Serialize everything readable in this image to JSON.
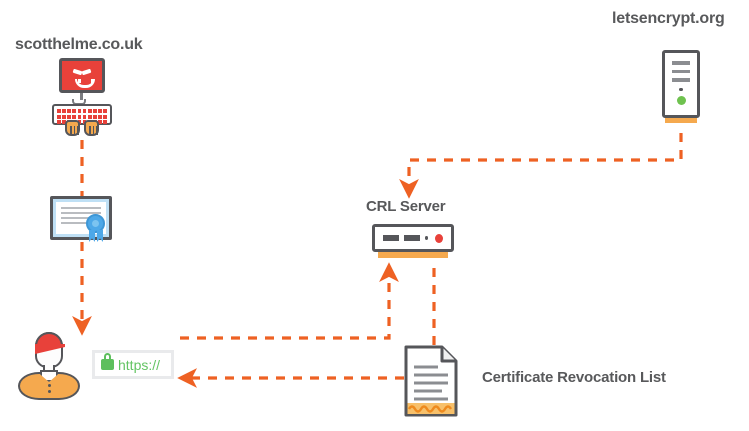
{
  "diagram": {
    "title": "Certificate Revocation List (CRL) check flow",
    "background": "#ffffff",
    "accent_orange": "#ee6123",
    "dark_gray": "#55565a",
    "label_gray": "#58595b",
    "red": "#e8413a",
    "green": "#6fc24f",
    "blue": "#4da8e8"
  },
  "labels": {
    "attacker_site": "scotthelme.co.uk",
    "ca_site": "letsencrypt.org",
    "crl_server": "CRL Server",
    "crl_list": "Certificate Revocation List"
  },
  "nodes": [
    {
      "id": "hacker",
      "name": "hacker-computer-icon",
      "desc": "red monitor with evil face and keyboard with hands"
    },
    {
      "id": "certificate",
      "name": "certificate-icon",
      "desc": "certificate with blue seal ribbon"
    },
    {
      "id": "person",
      "name": "user-person-icon",
      "desc": "person with red hair and orange shirt"
    },
    {
      "id": "browser-bar",
      "name": "https-address-bar",
      "desc": "address bar with green padlock"
    },
    {
      "id": "crl-server",
      "name": "crl-server-icon",
      "desc": "rack server with red status LED"
    },
    {
      "id": "le-server",
      "name": "letsencrypt-server-icon",
      "desc": "tower server with green status LED"
    },
    {
      "id": "crl-document",
      "name": "crl-document-icon",
      "desc": "document with orange signature squiggle"
    }
  ],
  "browser": {
    "lock_icon": "padlock-icon",
    "url_text": "https://"
  },
  "connections": [
    {
      "id": "hacker-to-user",
      "from": "hacker",
      "to": "person",
      "style": "dashed",
      "direction": "down"
    },
    {
      "id": "ca-to-crl-server",
      "from": "le-server",
      "to": "crl-server",
      "style": "dashed",
      "direction": "down-left-down"
    },
    {
      "id": "browser-to-crl-server",
      "from": "browser-bar",
      "to": "crl-server",
      "style": "dashed",
      "direction": "right-up"
    },
    {
      "id": "crl-doc-to-crl-server",
      "from": "crl-document",
      "to": "crl-server",
      "style": "dashed",
      "direction": "up"
    },
    {
      "id": "crl-doc-to-browser",
      "from": "crl-document",
      "to": "person",
      "style": "dashed",
      "direction": "left"
    }
  ]
}
